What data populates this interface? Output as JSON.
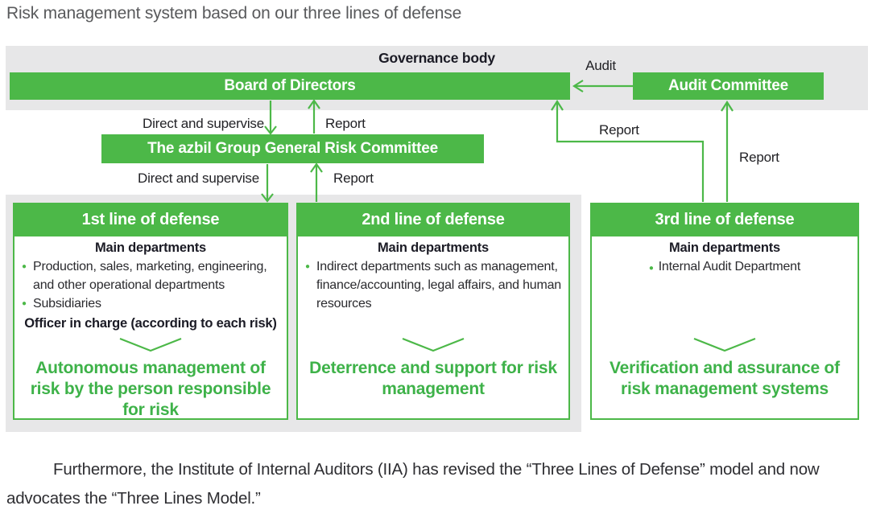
{
  "page": {
    "title": "Risk management system based on our three lines of defense",
    "footer_paragraph": "Furthermore, the Institute of Internal Auditors (IIA) has revised the “Three Lines of Defense” model and now advocates the “Three Lines Model.”"
  },
  "colors": {
    "accent_green": "#4cb848",
    "panel_gray": "#e7e7e8",
    "green_text": "#3eb249",
    "dark_text": "#1b1b25"
  },
  "governance": {
    "label": "Governance body",
    "board": "Board of Directors",
    "audit_committee": "Audit Committee"
  },
  "committee": {
    "label": "The azbil Group General Risk Committee"
  },
  "arrows": {
    "audit": "Audit",
    "direct_supervise_1": "Direct and supervise",
    "report_1": "Report",
    "direct_supervise_2": "Direct and supervise",
    "report_2": "Report",
    "report_3rd_to_board": "Report",
    "report_3rd_to_audit": "Report"
  },
  "lines": [
    {
      "header": "1st line of defense",
      "main_departments_label": "Main departments",
      "bullets": [
        "Production, sales, marketing, engineering, and other operational departments",
        "Subsidiaries"
      ],
      "officer_note": "Officer in charge (according to each risk)",
      "outcome": "Autonomous management of risk by the person responsible for risk"
    },
    {
      "header": "2nd line of defense",
      "main_departments_label": "Main departments",
      "bullets": [
        "Indirect departments such as management, finance/accounting, legal affairs, and human resources"
      ],
      "outcome": "Deterrence and support for risk management"
    },
    {
      "header": "3rd line of defense",
      "main_departments_label": "Main departments",
      "bullets": [
        "Internal Audit Department"
      ],
      "outcome": "Verification and assurance of risk management systems"
    }
  ]
}
